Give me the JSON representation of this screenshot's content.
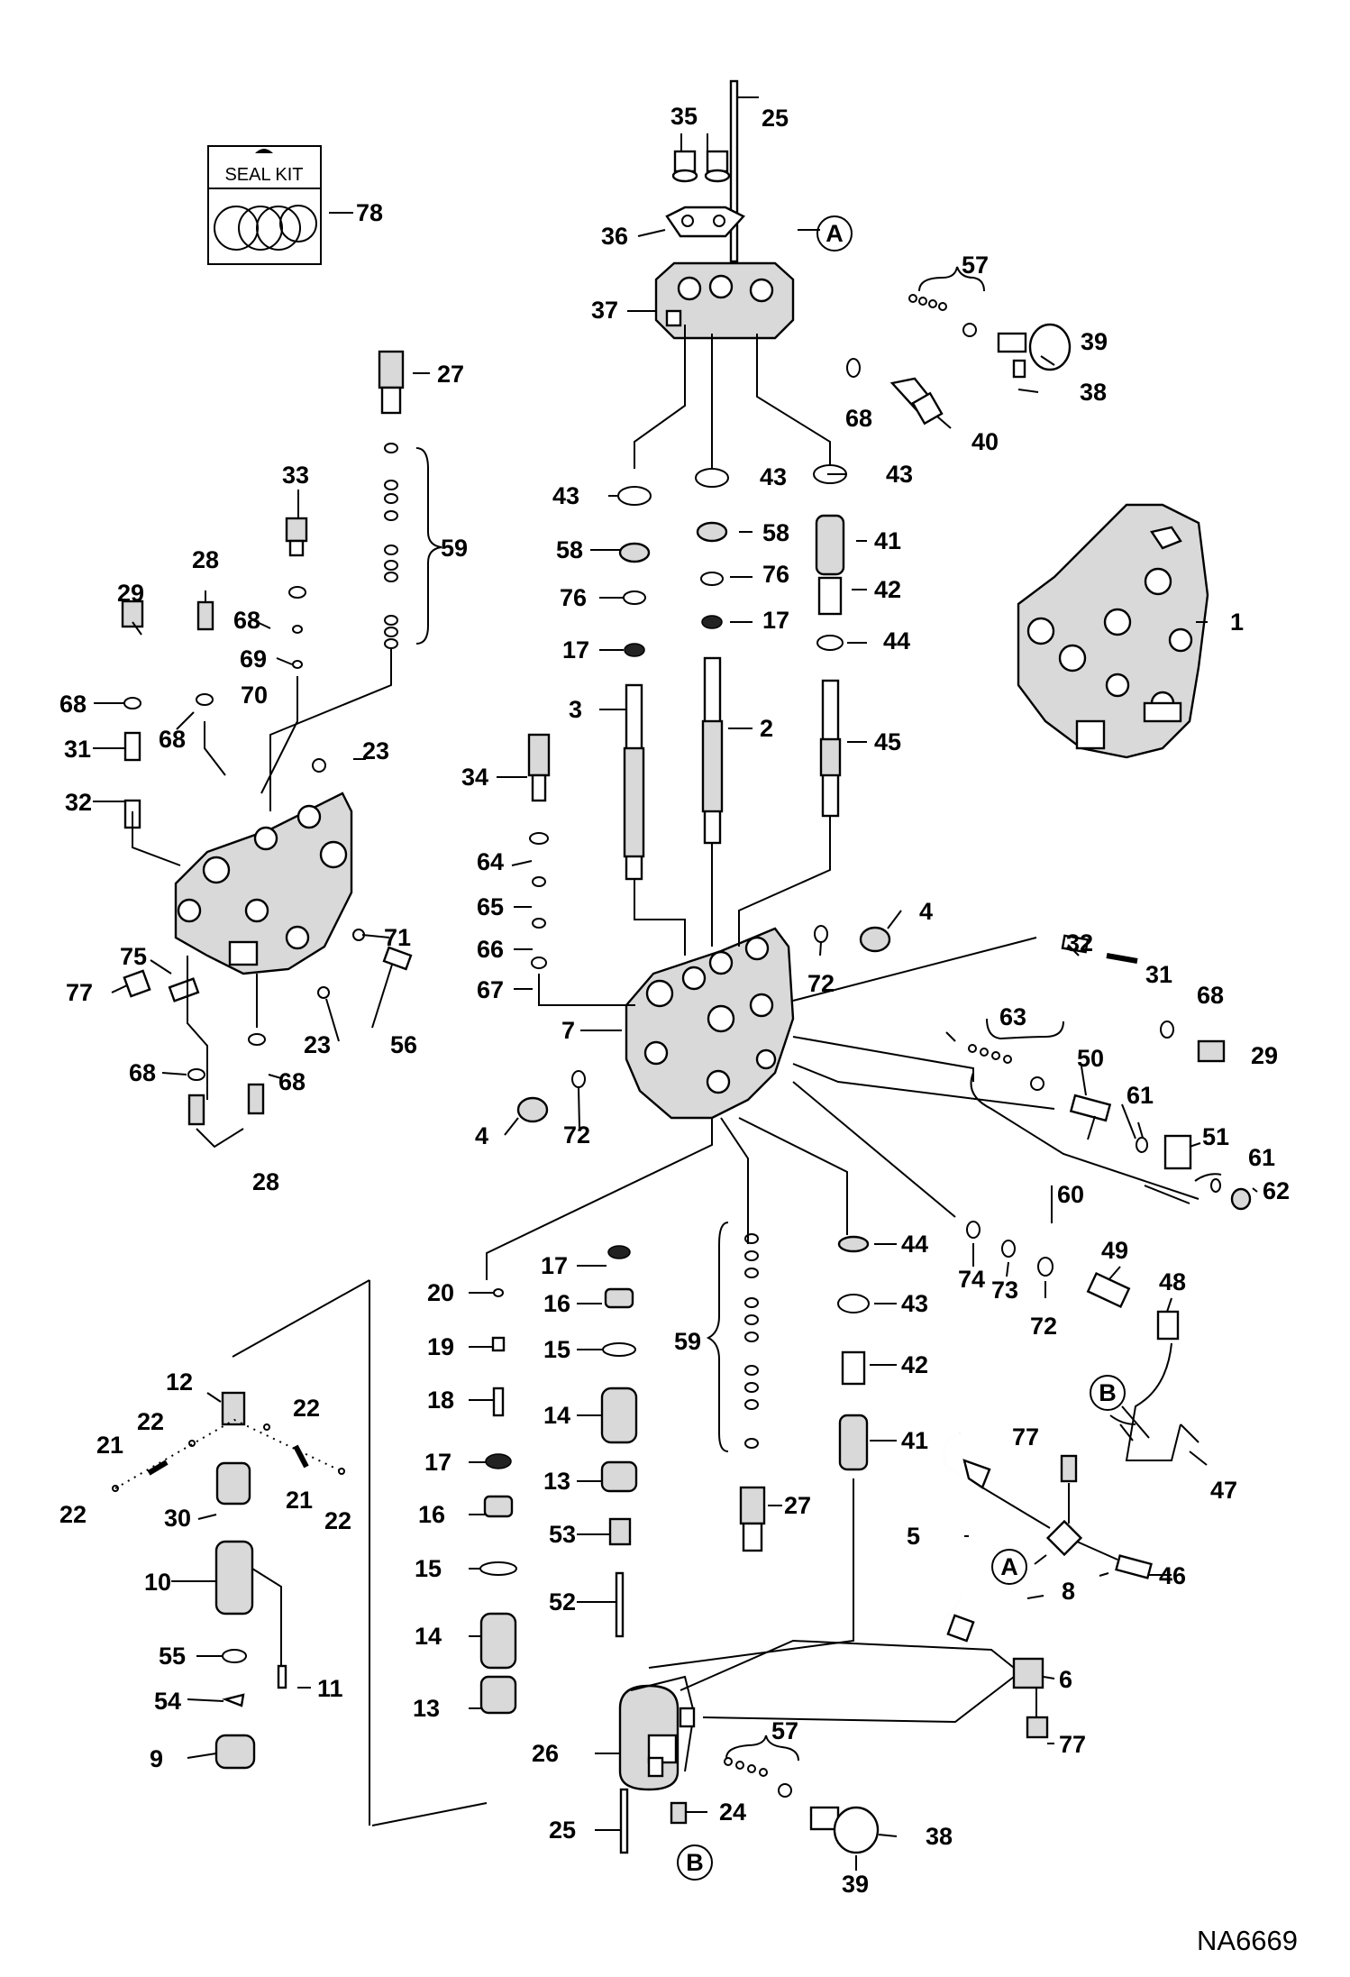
{
  "seal_kit": {
    "label": "SEAL KIT",
    "number": "78"
  },
  "drawing_ref": "NA6669",
  "callouts": {
    "main_valve": "1",
    "spool_2": "2",
    "spool_3": "3",
    "plug_4": "4",
    "tube_5": "5",
    "elbow_6": "6",
    "valve_body_7": "7",
    "tee_8": "8",
    "cap_9": "9",
    "body_10": "10",
    "screw_11": "11",
    "housing_12": "12",
    "seat_13": "13",
    "spring_14": "14",
    "washer_15": "15",
    "retainer_16": "16",
    "seal_17": "17",
    "pin_18": "18",
    "poppet_19": "19",
    "ball_20": "20",
    "spring_21": "21",
    "ball_22": "22",
    "ball_23": "23",
    "fitting_24": "24",
    "bolt_25": "25",
    "cover_26": "26",
    "relief_27": "27",
    "check_28": "28",
    "plug_29": "29",
    "sleeve_30": "30",
    "spring_31": "31",
    "poppet_32": "32",
    "plug_33": "33",
    "relief_34": "34",
    "fitting_35": "35",
    "plate_36": "36",
    "block_37": "37",
    "screw_38": "38",
    "solenoid_39": "39",
    "sensor_40": "40",
    "spring_41": "41",
    "spacer_42": "42",
    "oring_43": "43",
    "washer_44": "44",
    "spool_45": "45",
    "fitting_46": "46",
    "hose_47": "47",
    "elbow_48": "48",
    "adapter_49": "49",
    "cartridge_50": "50",
    "switch_51": "51",
    "pin_52": "52",
    "screw_53": "53",
    "washer_54": "54",
    "ring_55": "55",
    "fitting_56": "56",
    "kit_57": "57",
    "seal_58": "58",
    "kit_59": "59",
    "kit_60": "60",
    "oring_61": "61",
    "nut_62": "62",
    "kit_63": "63",
    "oring_64": "64",
    "ring_65": "65",
    "ring_66": "66",
    "oring_67": "67",
    "oring_68": "68",
    "ring_69": "69",
    "oring_70": "70",
    "oring_71": "71",
    "oring_72": "72",
    "ring_73": "73",
    "oring_74": "74",
    "fitting_75": "75",
    "seal_76": "76",
    "cap_77": "77"
  },
  "refs": {
    "a": "A",
    "b": "B"
  }
}
